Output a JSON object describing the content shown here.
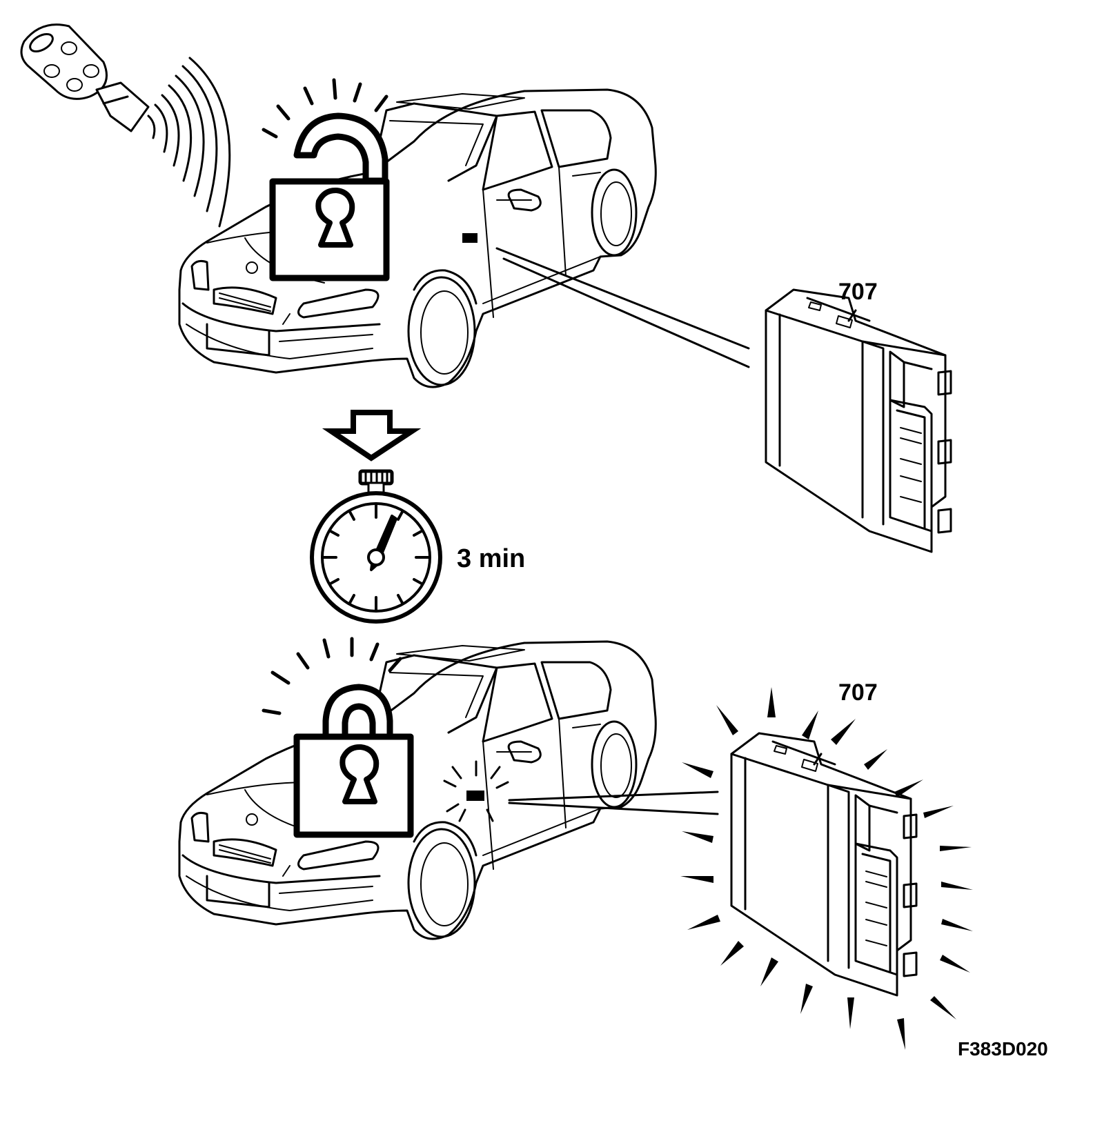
{
  "labels": {
    "module_top": "707",
    "module_bottom": "707",
    "timer": "3 min",
    "figure_code": "F383D020"
  },
  "icons": {
    "key_fob": "remote-key-icon",
    "unlock": "open-padlock-icon",
    "lock": "closed-padlock-icon",
    "arrow": "down-arrow-icon",
    "timer": "stopwatch-icon"
  }
}
